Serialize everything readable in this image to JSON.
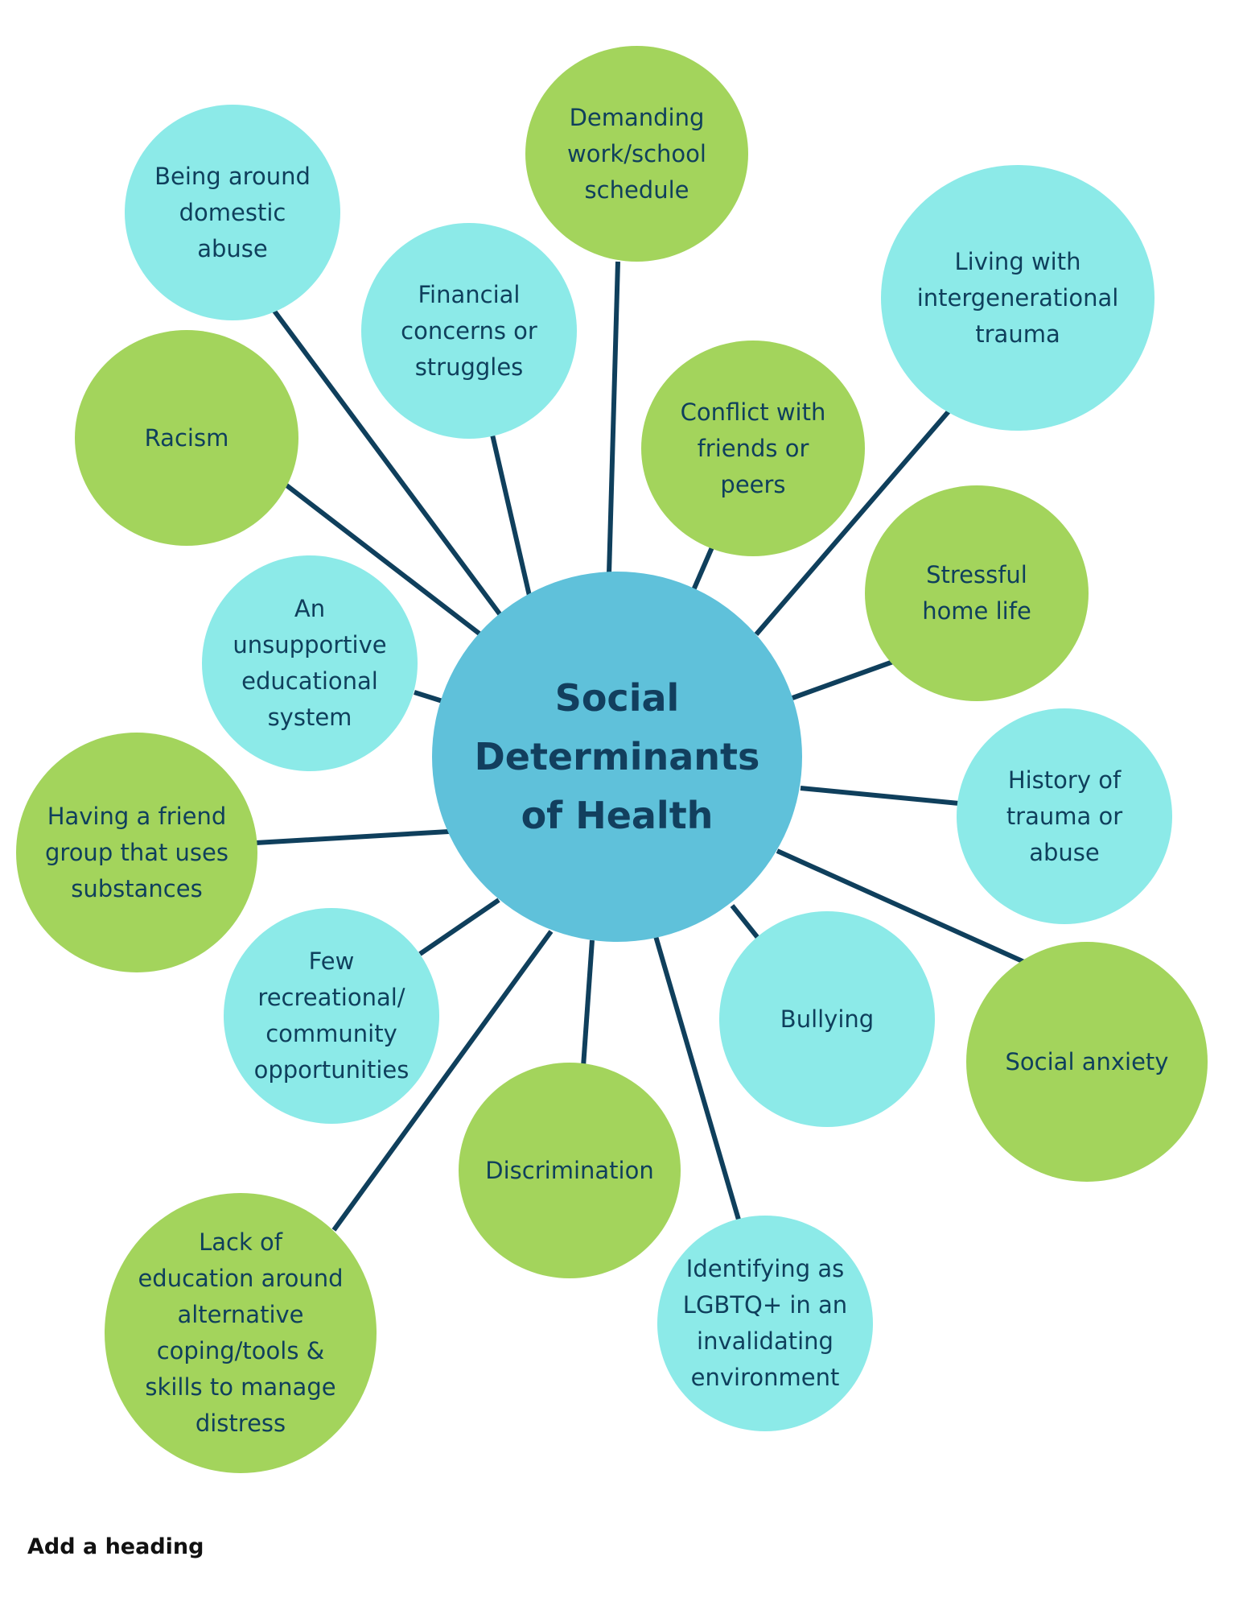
{
  "diagram": {
    "center": {
      "lines": [
        "Social",
        "Determinants",
        "of Health"
      ]
    },
    "nodes": [
      {
        "id": "demanding-schedule",
        "lines": [
          "Demanding",
          "work/school",
          "schedule"
        ],
        "color": "#a3d45c"
      },
      {
        "id": "domestic-abuse",
        "lines": [
          "Being around",
          "domestic",
          "abuse"
        ],
        "color": "#8ceae8"
      },
      {
        "id": "financial-concerns",
        "lines": [
          "Financial",
          "concerns or",
          "struggles"
        ],
        "color": "#8ceae8"
      },
      {
        "id": "intergenerational-trauma",
        "lines": [
          "Living with",
          "intergenerational",
          "trauma"
        ],
        "color": "#8ceae8"
      },
      {
        "id": "conflict-with-peers",
        "lines": [
          "Conflict with",
          "friends or",
          "peers"
        ],
        "color": "#a3d45c"
      },
      {
        "id": "racism",
        "lines": [
          "Racism"
        ],
        "color": "#a3d45c"
      },
      {
        "id": "stressful-home-life",
        "lines": [
          "Stressful",
          "home life"
        ],
        "color": "#a3d45c"
      },
      {
        "id": "unsupportive-education",
        "lines": [
          "An",
          "unsupportive",
          "educational",
          "system"
        ],
        "color": "#8ceae8"
      },
      {
        "id": "history-of-trauma",
        "lines": [
          "History of",
          "trauma or",
          "abuse"
        ],
        "color": "#8ceae8"
      },
      {
        "id": "friend-group-substances",
        "lines": [
          "Having a friend",
          "group that uses",
          "substances"
        ],
        "color": "#a3d45c"
      },
      {
        "id": "few-recreational",
        "lines": [
          "Few",
          "recreational/",
          "community",
          "opportunities"
        ],
        "color": "#8ceae8"
      },
      {
        "id": "bullying",
        "lines": [
          "Bullying"
        ],
        "color": "#8ceae8"
      },
      {
        "id": "social-anxiety",
        "lines": [
          "Social anxiety"
        ],
        "color": "#a3d45c"
      },
      {
        "id": "discrimination",
        "lines": [
          "Discrimination"
        ],
        "color": "#a3d45c"
      },
      {
        "id": "lgbtq-invalidating",
        "lines": [
          "Identifying as",
          "LGBTQ+ in an",
          "invalidating",
          "environment"
        ],
        "color": "#8ceae8"
      },
      {
        "id": "lack-of-education",
        "lines": [
          "Lack of",
          "education around",
          "alternative",
          "coping/tools &",
          "skills to manage",
          "distress"
        ],
        "color": "#a3d45c"
      }
    ],
    "connector_color": "#0f3f5c"
  },
  "footer": {
    "heading": "Add a heading"
  }
}
